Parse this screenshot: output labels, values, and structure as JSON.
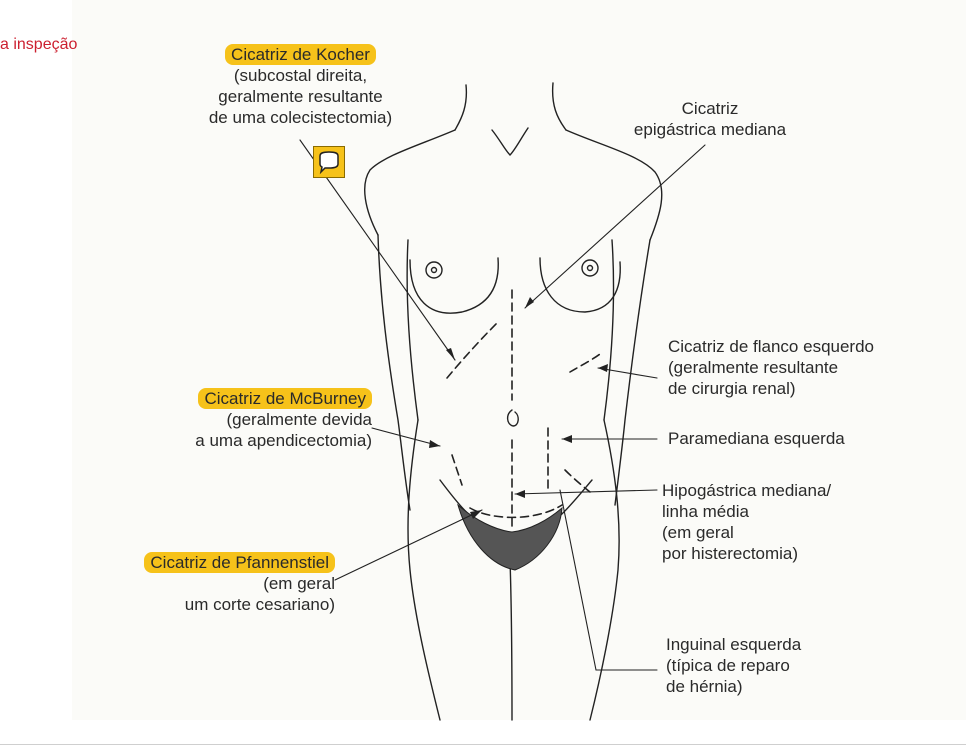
{
  "page_label": "a inspeção",
  "labels": {
    "kocher": {
      "title": "Cicatriz de Kocher",
      "lines": [
        "(subcostal direita,",
        "geralmente resultante",
        "de uma colecistectomia)"
      ]
    },
    "epigastrica": {
      "lines": [
        "Cicatriz",
        "epigástrica mediana"
      ]
    },
    "flanco": {
      "lines": [
        "Cicatriz  de flanco esquerdo",
        "(geralmente resultante",
        "de cirurgia renal)"
      ]
    },
    "mcburney": {
      "title": "Cicatriz de McBurney",
      "lines": [
        "(geralmente devida",
        "a uma apendicectomia)"
      ]
    },
    "paramediana": {
      "lines": [
        "Paramediana esquerda"
      ]
    },
    "hipogastrica": {
      "lines": [
        "Hipogástrica mediana/",
        "linha média",
        "(em geral",
        "por histerectomia)"
      ]
    },
    "pfannenstiel": {
      "title": "Cicatriz de Pfannenstiel",
      "lines": [
        "(em geral",
        "um corte cesariano)"
      ]
    },
    "inguinal": {
      "lines": [
        "Inguinal esquerda",
        "(típica de reparo",
        "de hérnia)"
      ]
    }
  },
  "comment_icon": "speech-bubble-icon"
}
